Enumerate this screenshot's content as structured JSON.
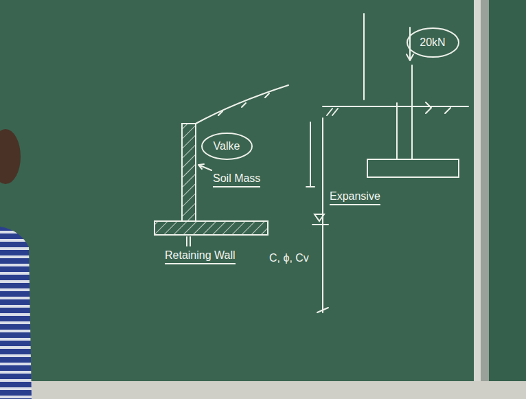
{
  "diagram": {
    "nodes": [
      {
        "text": [
          "Valke"
        ]
      },
      {
        "text": [
          "20kN"
        ]
      }
    ],
    "labels": [
      "Soil Mass",
      "Retaining Wall",
      "C, ϕ, Cv",
      "Expansive"
    ]
  }
}
